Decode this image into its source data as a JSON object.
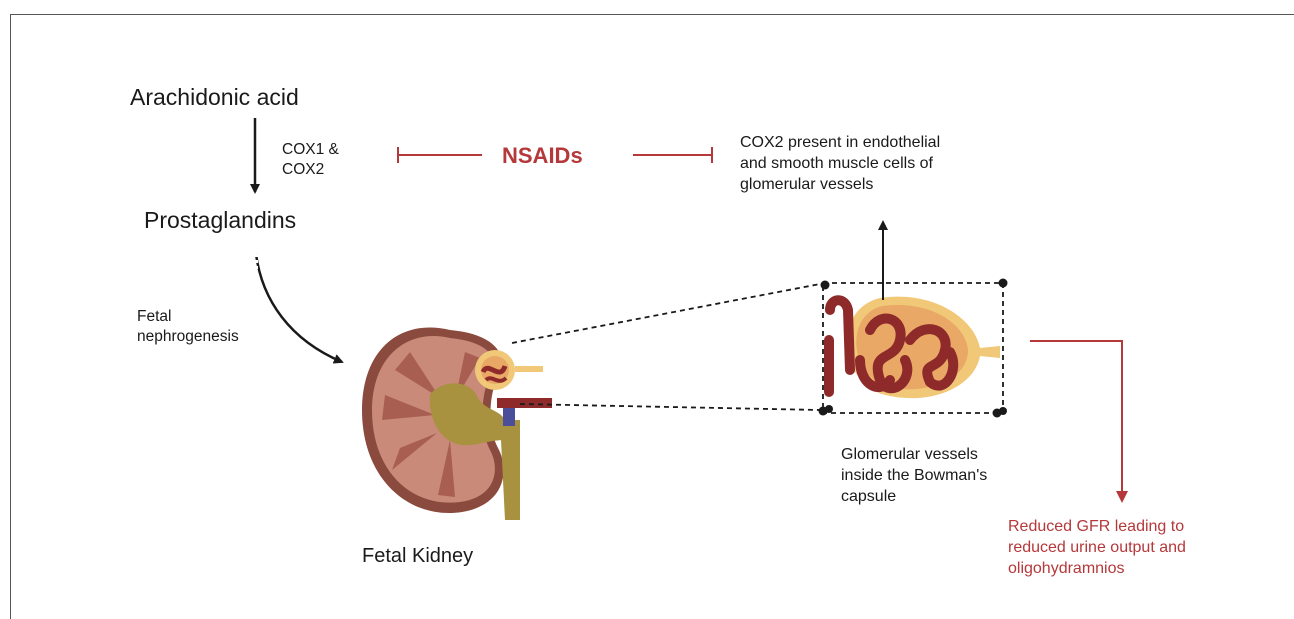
{
  "pathway": {
    "substrate": "Arachidonic acid",
    "enzymes": [
      "COX1 &",
      "COX2"
    ],
    "product": "Prostaglandins",
    "effect": [
      "Fetal",
      "nephrogenesis"
    ],
    "inhibitor": "NSAIDs",
    "cox2_note": [
      "COX2 present in endothelial",
      "and smooth muscle cells of",
      "glomerular vessels"
    ]
  },
  "kidney": {
    "label": "Fetal Kidney"
  },
  "glomerulus": {
    "caption": [
      "Glomerular vessels",
      "inside the Bowman's",
      "capsule"
    ]
  },
  "outcome": {
    "text": [
      "Reduced GFR leading to",
      "reduced urine output and",
      "oligohydramnios"
    ]
  },
  "colors": {
    "inhibition": "#b5383a",
    "kidney_cortex": "#c98a7a",
    "kidney_capsule": "#8a4a3e",
    "pelvis": "#a8913f",
    "vessel": "#8e2a2a",
    "vein": "#4b4f9a",
    "capsule": "#f0c878"
  }
}
